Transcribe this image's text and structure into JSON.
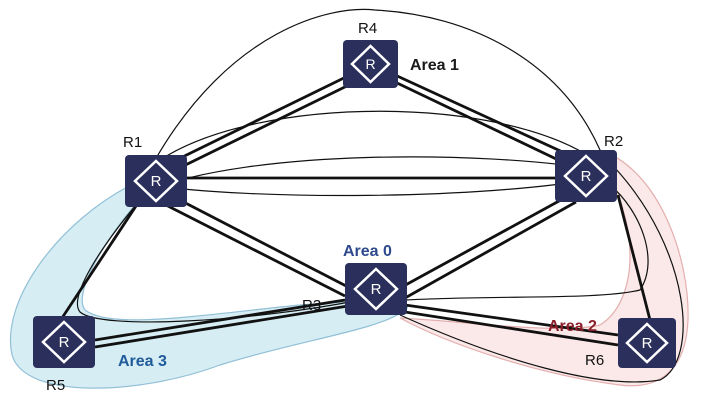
{
  "routers": [
    {
      "id": "r4",
      "label": "R4"
    },
    {
      "id": "r1",
      "label": "R1"
    },
    {
      "id": "r2",
      "label": "R2"
    },
    {
      "id": "r3",
      "label": "R3"
    },
    {
      "id": "r5",
      "label": "R5"
    },
    {
      "id": "r6",
      "label": "R6"
    }
  ],
  "router_icon_glyph": "R",
  "areas": [
    {
      "id": "area0",
      "label": "Area 0",
      "color": "#2e4a8c"
    },
    {
      "id": "area1",
      "label": "Area 1",
      "color": "#1a1a1a"
    },
    {
      "id": "area2",
      "label": "Area 2",
      "color": "#8a1f2a"
    },
    {
      "id": "area3",
      "label": "Area 3",
      "color": "#1f5a9a"
    }
  ],
  "colors": {
    "router_fill": "#2b2f5c",
    "link": "#111111",
    "area3_fill": "#bfe2ef",
    "area2_fill": "#f8e0e0"
  }
}
